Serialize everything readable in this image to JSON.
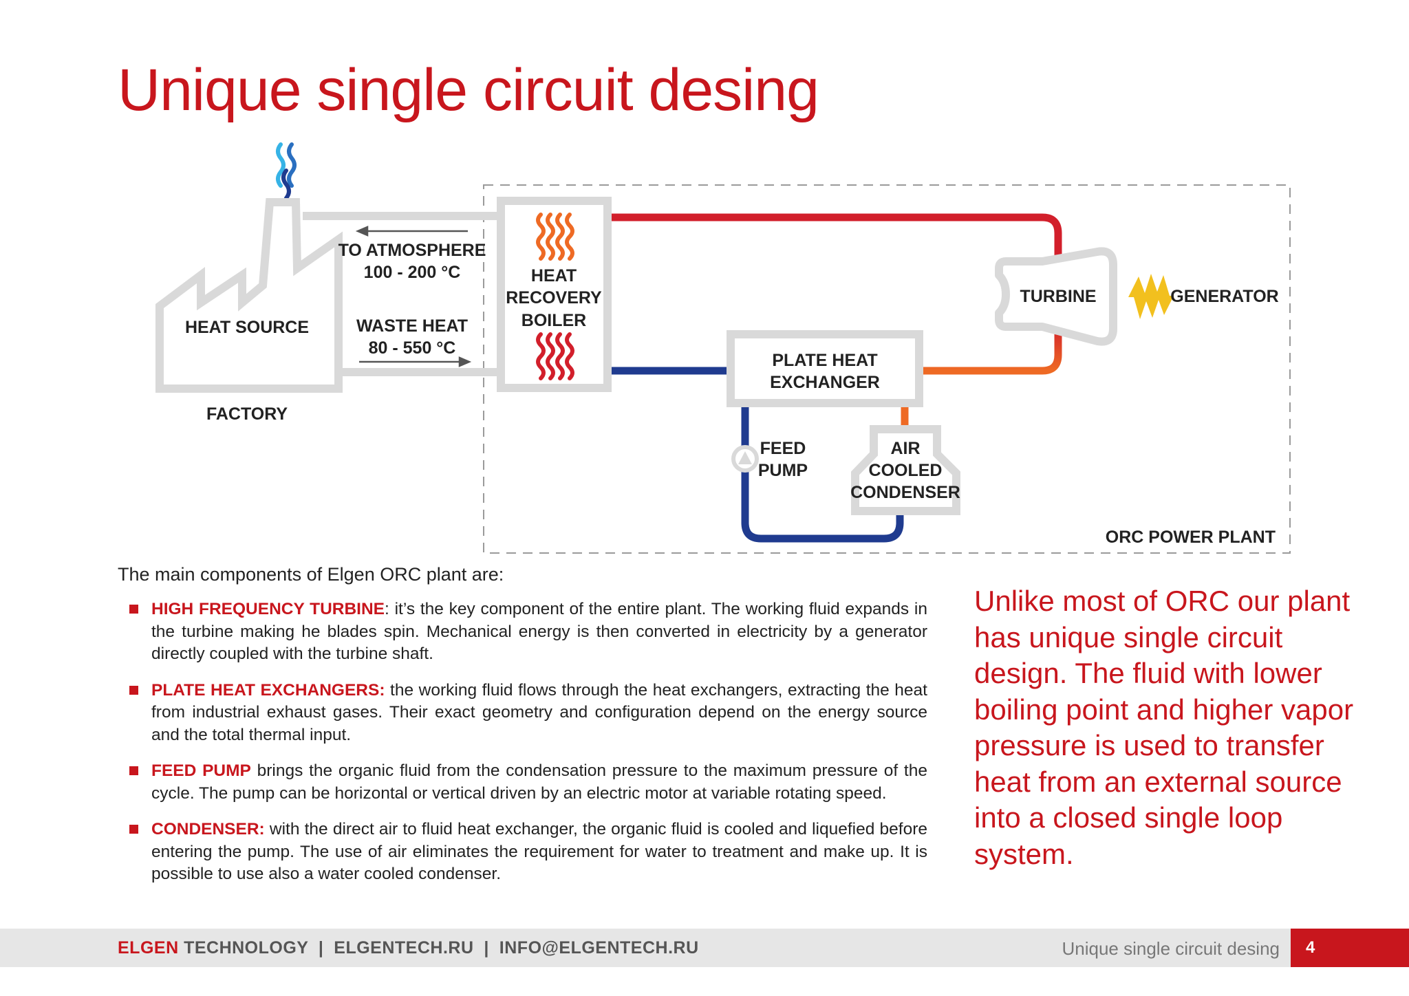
{
  "title": "Unique single circuit desing",
  "diagram": {
    "labels": {
      "heat_source": "HEAT SOURCE",
      "factory": "FACTORY",
      "to_atmosphere": "TO ATMOSPHERE",
      "to_atmosphere_temp": "100 - 200 °C",
      "waste_heat": "WASTE HEAT",
      "waste_heat_temp": "80 - 550 °C",
      "boiler_line1": "HEAT",
      "boiler_line2": "RECOVERY",
      "boiler_line3": "BOILER",
      "turbine": "TURBINE",
      "generator": "GENERATOR",
      "plate_hx_line1": "PLATE HEAT",
      "plate_hx_line2": "EXCHANGER",
      "feed_pump_line1": "FEED",
      "feed_pump_line2": "PUMP",
      "condenser_line1": "AIR",
      "condenser_line2": "COOLED",
      "condenser_line3": "CONDENSER",
      "orc_plant": "ORC POWER PLANT"
    },
    "colors": {
      "hot_line": "#d21f2b",
      "warm_line": "#ee6a24",
      "cold_line": "#1f3b8f",
      "equipment": "#d9d9d9",
      "generator_bolt": "#f2c01e",
      "steam_light": "#36b3e6",
      "steam_dark": "#1f3b8f"
    }
  },
  "intro": "The main components of Elgen ORC plant are:",
  "bullets": [
    {
      "keyword": "HIGH FREQUENCY TURBINE",
      "text": ": it’s the key component of the entire plant. The working fluid expands in the turbine making he blades spin. Mechanical energy is then converted in electricity by a generator directly coupled with the turbine shaft."
    },
    {
      "keyword": "PLATE HEAT EXCHANGERS:",
      "text": " the working fluid flows through the heat exchangers, extracting the heat from industrial exhaust gases. Their exact geometry and configuration depend on the energy source and the total thermal input."
    },
    {
      "keyword": "FEED PUMP",
      "text": " brings the organic fluid from the condensation pressure to the maximum pressure of the cycle. The pump can be horizontal or vertical driven by an electric motor at variable rotating speed."
    },
    {
      "keyword": "CONDENSER:",
      "text": " with the direct air to fluid heat exchanger, the organic fluid is cooled and liquefied before entering the pump. The use of air eliminates the requirement for water to treatment and make up. It is possible to use also a water cooled condenser."
    }
  ],
  "callout": "Unlike most of ORC our plant has unique single circuit design. The fluid with lower boiling point and higher vapor pressure is used to transfer heat from an external source into a closed single loop system.",
  "footer": {
    "brand": "ELGEN",
    "brand_rest": " TECHNOLOGY  |  ELGENTECH.RU  |  INFO@ELGENTECH.RU",
    "section": "Unique single circuit desing",
    "page": "4"
  },
  "accent_color": "#c8161d"
}
